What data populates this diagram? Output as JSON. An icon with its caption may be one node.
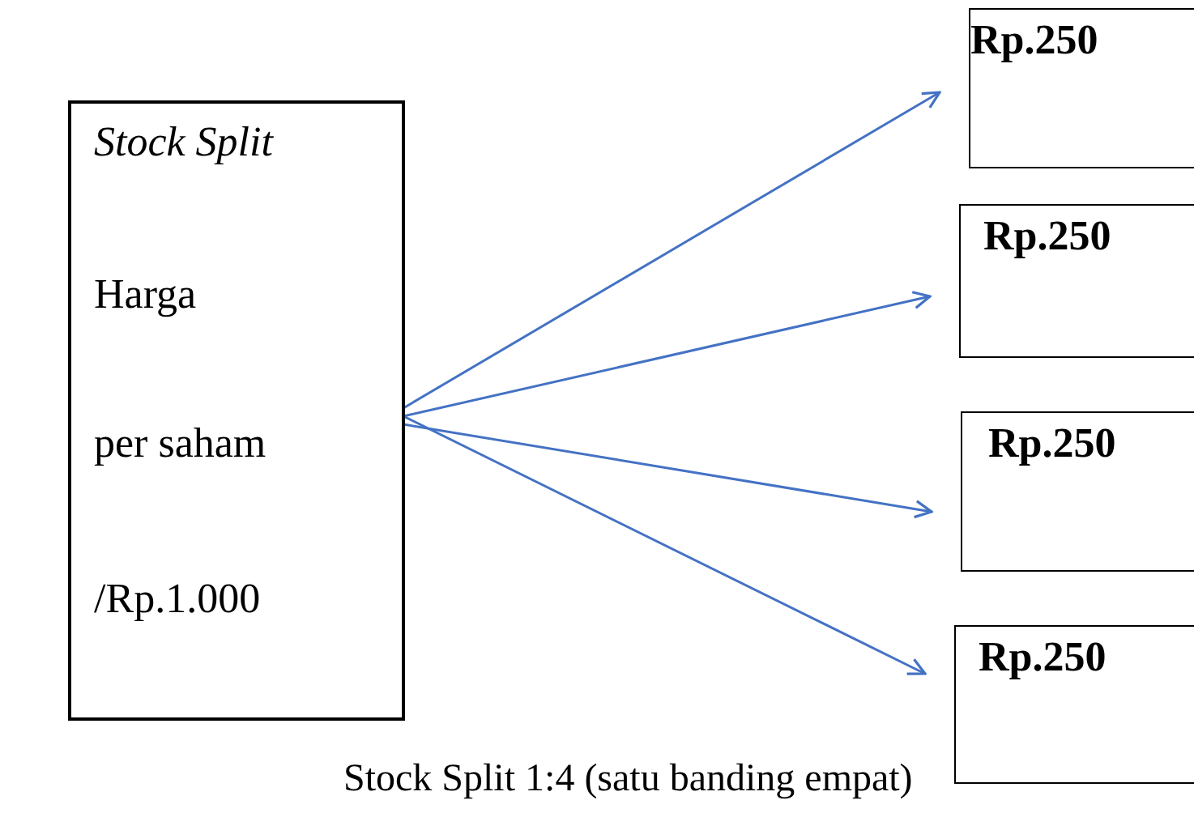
{
  "diagram": {
    "caption": "Stock Split 1:4 (satu banding empat)",
    "nodes": [
      {
        "text": [
          "Stock Split",
          "Harga",
          "per saham",
          "/Rp.1.000"
        ]
      },
      {
        "text": [
          "Rp.250"
        ]
      },
      {
        "text": [
          "Rp.250"
        ]
      },
      {
        "text": [
          "Rp.250"
        ]
      },
      {
        "text": [
          "Rp.250"
        ]
      }
    ],
    "edges": [
      {
        "from": 0,
        "to": 1,
        "arrow": "to"
      },
      {
        "from": 0,
        "to": 2,
        "arrow": "to"
      },
      {
        "from": 0,
        "to": 3,
        "arrow": "to"
      },
      {
        "from": 0,
        "to": 4,
        "arrow": "to"
      }
    ]
  }
}
